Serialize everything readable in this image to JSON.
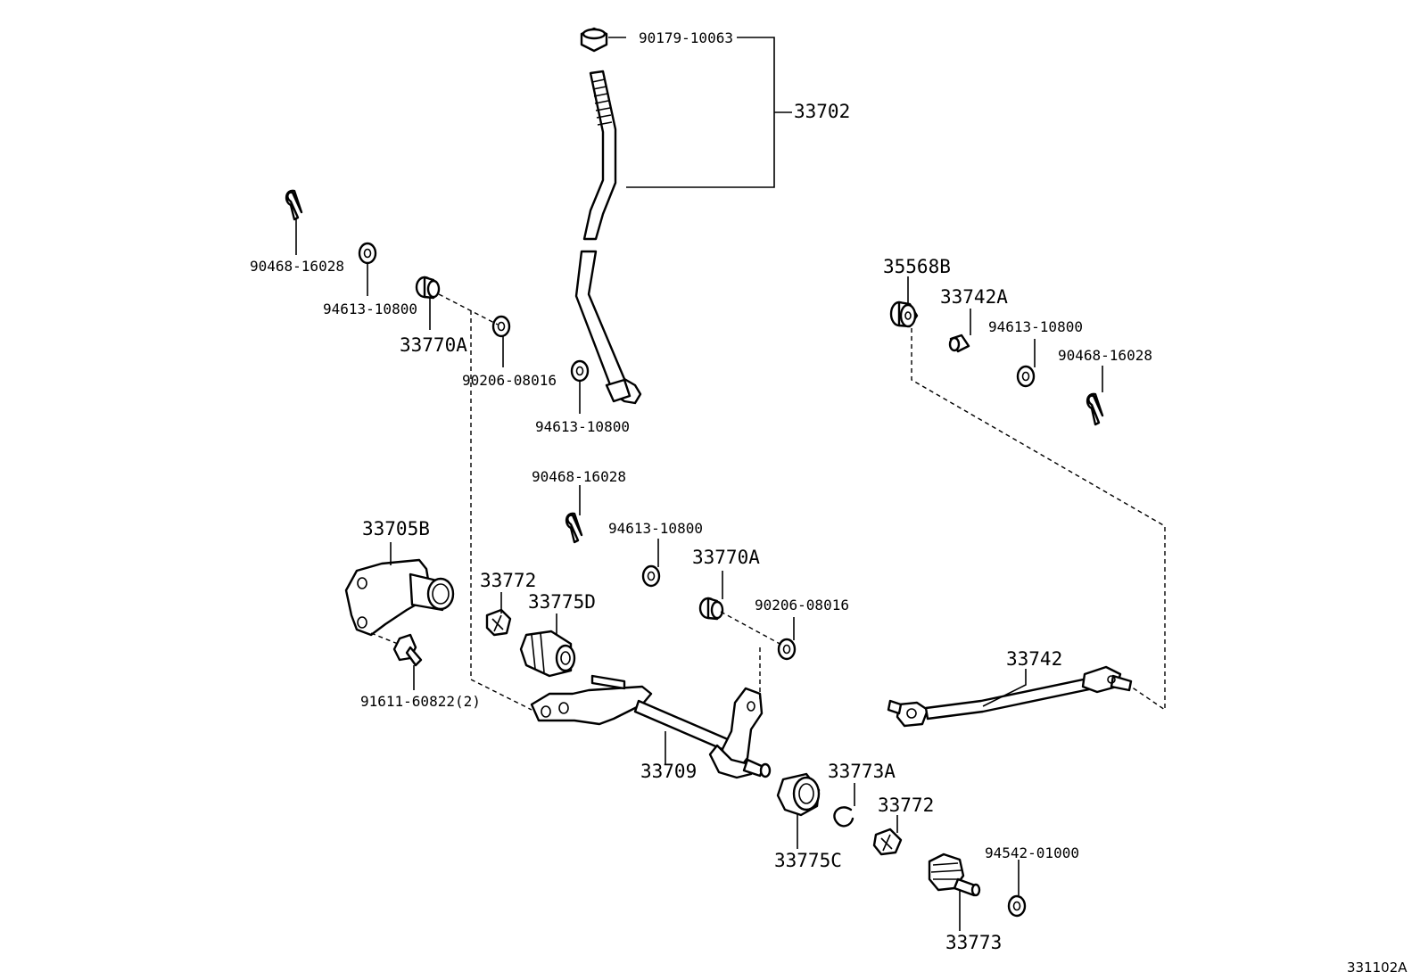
{
  "diagram_id": "331102A",
  "callouts": {
    "c01": "90179-10063",
    "c02": "33702",
    "c03": "90468-16028",
    "c04": "94613-10800",
    "c05": "33770A",
    "c06": "90206-08016",
    "c07": "94613-10800",
    "c08": "35568B",
    "c09": "33742A",
    "c10": "94613-10800",
    "c11": "90468-16028",
    "c12": "90468-16028",
    "c13": "94613-10800",
    "c14": "33705B",
    "c15": "33770A",
    "c16": "33772",
    "c17": "33775D",
    "c18": "90206-08016",
    "c19": "91611-60822(2)",
    "c20": "33742",
    "c21": "33709",
    "c22": "33773A",
    "c23": "33772",
    "c24": "33775C",
    "c25": "94542-01000",
    "c26": "33773"
  }
}
